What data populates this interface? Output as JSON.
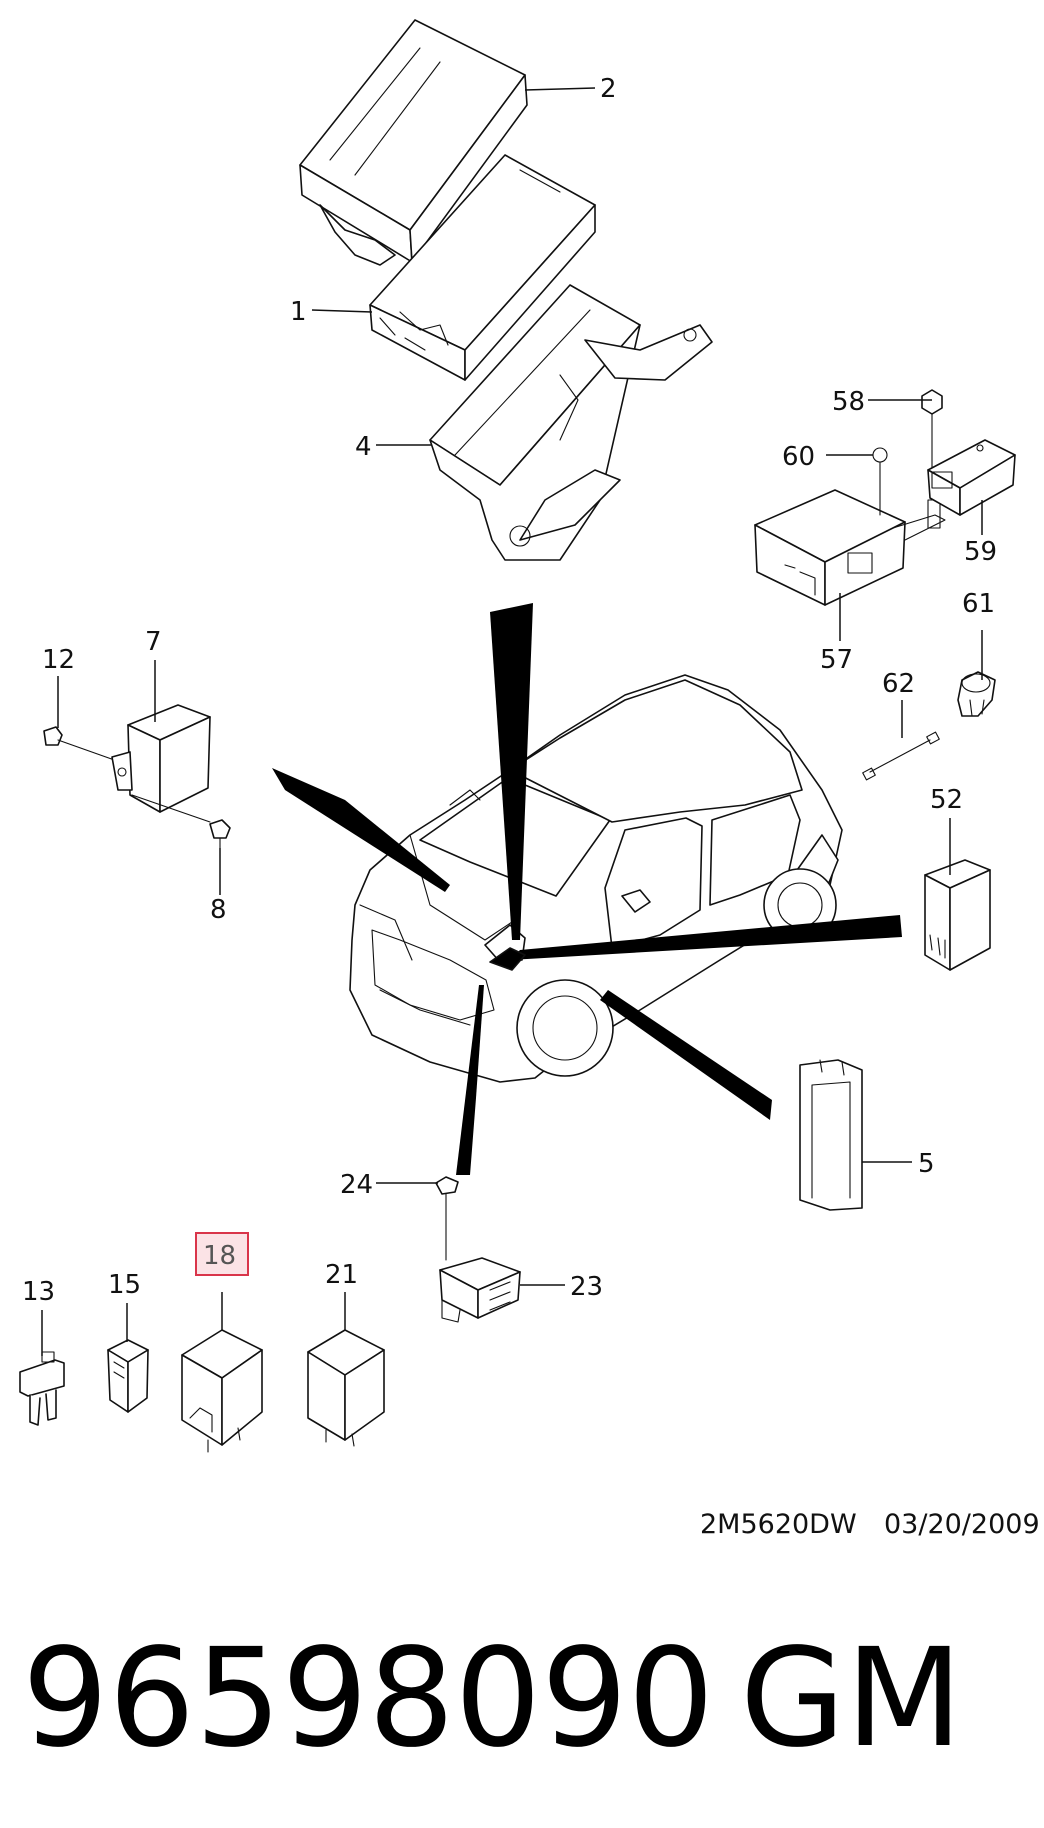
{
  "callouts": [
    "2",
    "1",
    "4",
    "58",
    "60",
    "59",
    "57",
    "61",
    "62",
    "52",
    "12",
    "7",
    "8",
    "5",
    "24",
    "23",
    "13",
    "15",
    "18",
    "21"
  ],
  "highlighted_callout": "18",
  "highlight_color": "#d9354a",
  "drawing_code": "2M5620DW",
  "drawing_date": "03/20/2009",
  "part_number": "96598090",
  "brand": "GM"
}
